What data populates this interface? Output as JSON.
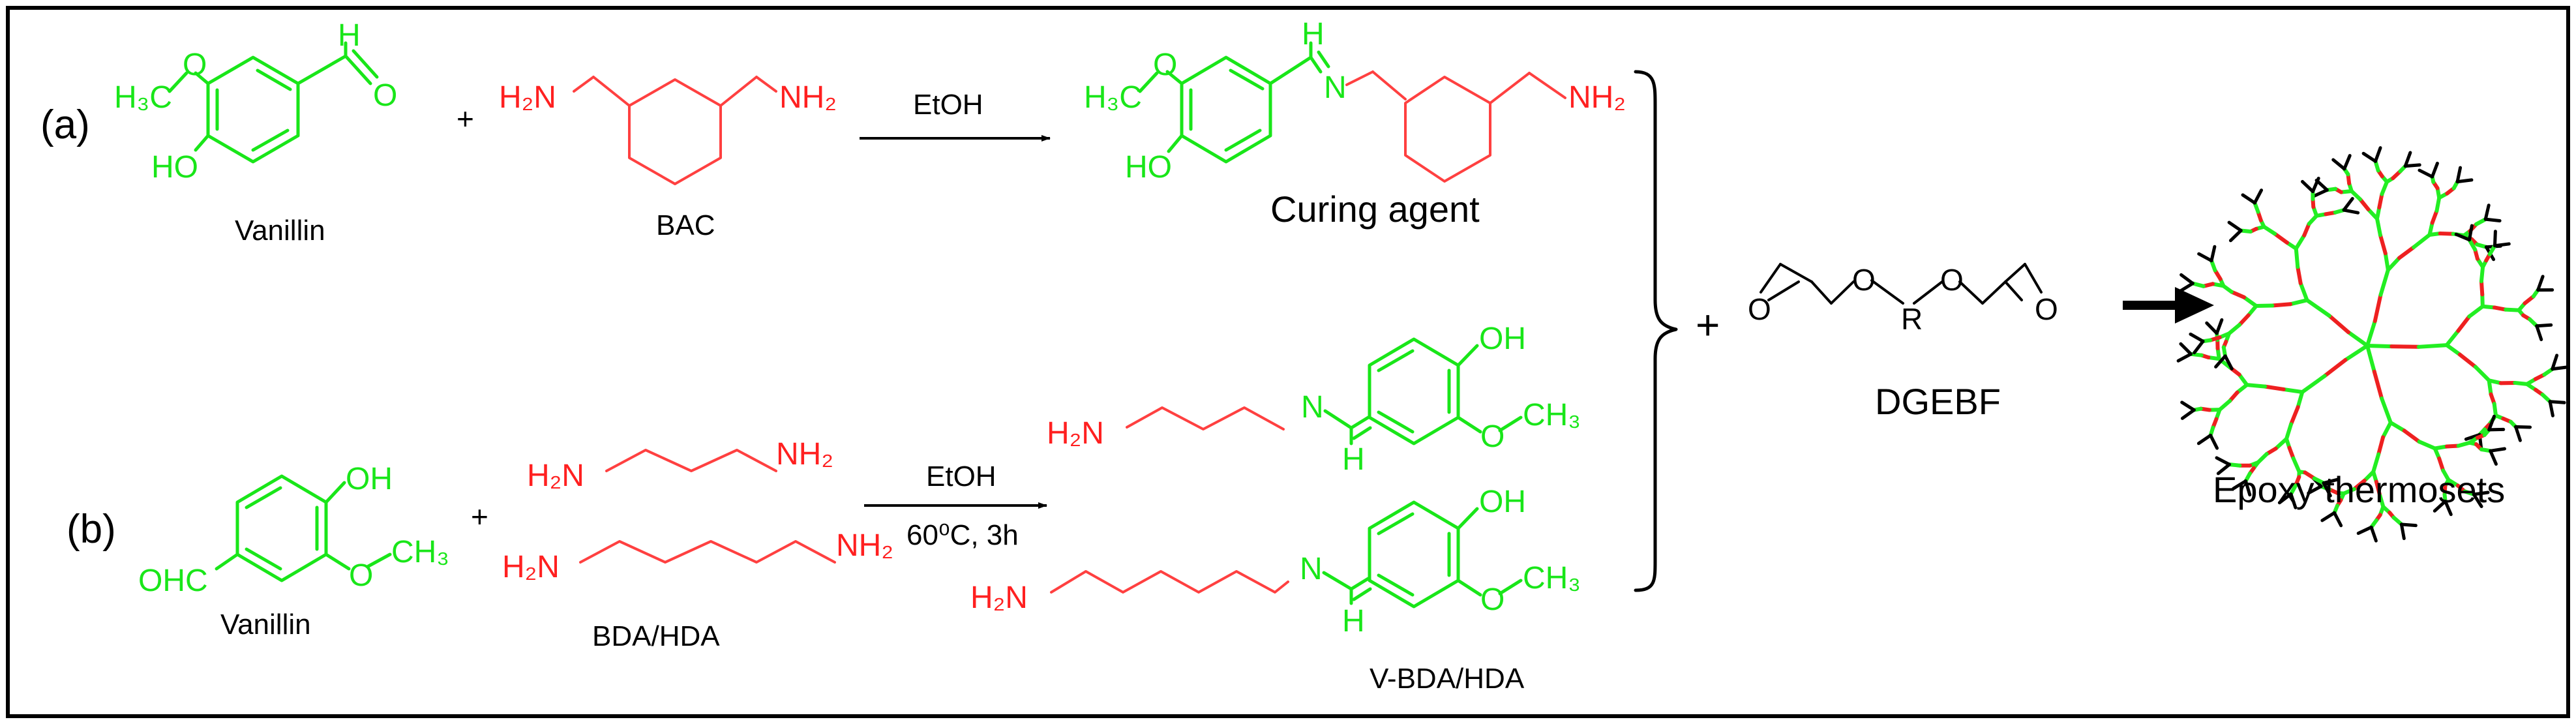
{
  "colors": {
    "green": "#19e619",
    "red": "#ff2020",
    "black": "#000000",
    "frame": "#000000",
    "dendrimer_green": "#22ee22",
    "dendrimer_red": "#ee2020"
  },
  "part_a": {
    "label": "(a)",
    "vanillin": {
      "aldehyde_h": "H",
      "aldehyde_o": "O",
      "methoxy": "H₃C",
      "methoxy_o": "O",
      "hydroxyl": "HO",
      "name": "Vanillin"
    },
    "plus": "+",
    "bac": {
      "left_amine": "H₂N",
      "right_amine": "NH₂",
      "name": "BAC"
    },
    "arrow_label": "EtOH",
    "product": {
      "imine_h": "H",
      "imine_n": "N",
      "methoxy": "H₃C",
      "methoxy_o": "O",
      "hydroxyl": "HO",
      "amine": "NH₂",
      "name": "Curing agent"
    }
  },
  "part_b": {
    "label": "(b)",
    "vanillin": {
      "hydroxyl": "OH",
      "methoxy_o": "O",
      "methyl": "CH₃",
      "aldehyde": "OHC",
      "name": "Vanillin"
    },
    "plus": "+",
    "bda": {
      "left_amine": "H₂N",
      "right_amine": "NH₂"
    },
    "hda": {
      "left_amine": "H₂N",
      "right_amine": "NH₂"
    },
    "amines_name": "BDA/HDA",
    "arrow_label_top": "EtOH",
    "arrow_label_bottom": "60⁰C, 3h",
    "product_top": {
      "amine": "H₂N",
      "imine_n": "N",
      "imine_h": "H",
      "hydroxyl": "OH",
      "methoxy_o": "O",
      "methyl": "CH₃"
    },
    "product_bottom": {
      "amine": "H₂N",
      "imine_n": "N",
      "imine_h": "H",
      "hydroxyl": "OH",
      "methoxy_o": "O",
      "methyl": "CH₃"
    },
    "products_name": "V-BDA/HDA"
  },
  "epoxy": {
    "plus": "+",
    "o_left": "O",
    "o_mid1": "O",
    "r_group": "R",
    "o_mid2": "O",
    "o_right": "O",
    "name": "DGEBF"
  },
  "result": {
    "name": "Epoxy thermosets"
  }
}
